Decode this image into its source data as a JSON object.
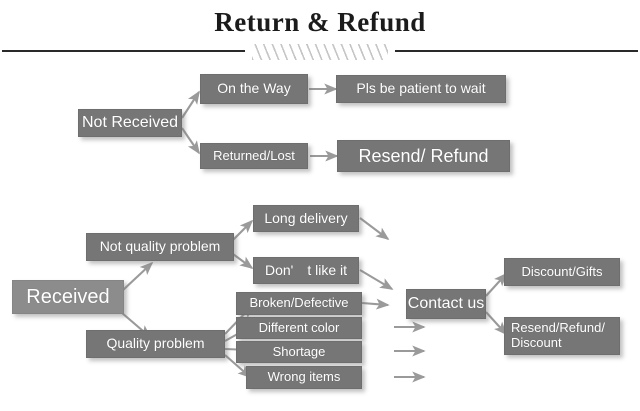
{
  "header": {
    "title": "Return & Refund",
    "divider_icon": "diagonal-hatch-divider"
  },
  "diagram": {
    "type": "flowchart",
    "palette": {
      "node_fill": "#767676",
      "node_fill_light": "#8c8c8c",
      "node_text": "#ffffff",
      "arrow": "#8e8e8e",
      "background": "#ffffff",
      "title_text": "#1b1b1b",
      "rule": "#2a2a2a"
    },
    "branches": [
      {
        "root": "Not Received",
        "paths": [
          {
            "stage": "On the Way",
            "outcome": "Pls be patient to wait"
          },
          {
            "stage": "Returned/Lost",
            "outcome": "Resend/ Refund"
          }
        ]
      },
      {
        "root": "Received",
        "paths": [
          {
            "stage": "Not quality problem",
            "reasons": [
              "Long delivery",
              "Don'　t like it"
            ]
          },
          {
            "stage": "Quality problem",
            "reasons": [
              "Broken/Defective",
              "Different color",
              "Shortage",
              "Wrong items"
            ]
          }
        ],
        "funnel": "Contact us",
        "outcomes": [
          "Discount/Gifts",
          "Resend/Refund/\nDiscount"
        ]
      }
    ],
    "nodes": {
      "not_received": "Not Received",
      "on_the_way": "On the Way",
      "pls_be_patient": "Pls be patient to wait",
      "returned_lost": "Returned/Lost",
      "resend_refund": "Resend/ Refund",
      "received": "Received",
      "not_quality_problem": "Not quality problem",
      "quality_problem": "Quality problem",
      "long_delivery": "Long delivery",
      "dont_like_it": "Don'　t like it",
      "broken_defective": "Broken/Defective",
      "different_color": "Different color",
      "shortage": "Shortage",
      "wrong_items": "Wrong items",
      "contact_us": "Contact us",
      "discount_gifts": "Discount/Gifts",
      "resend_refund_discount": "Resend/Refund/\nDiscount"
    }
  }
}
